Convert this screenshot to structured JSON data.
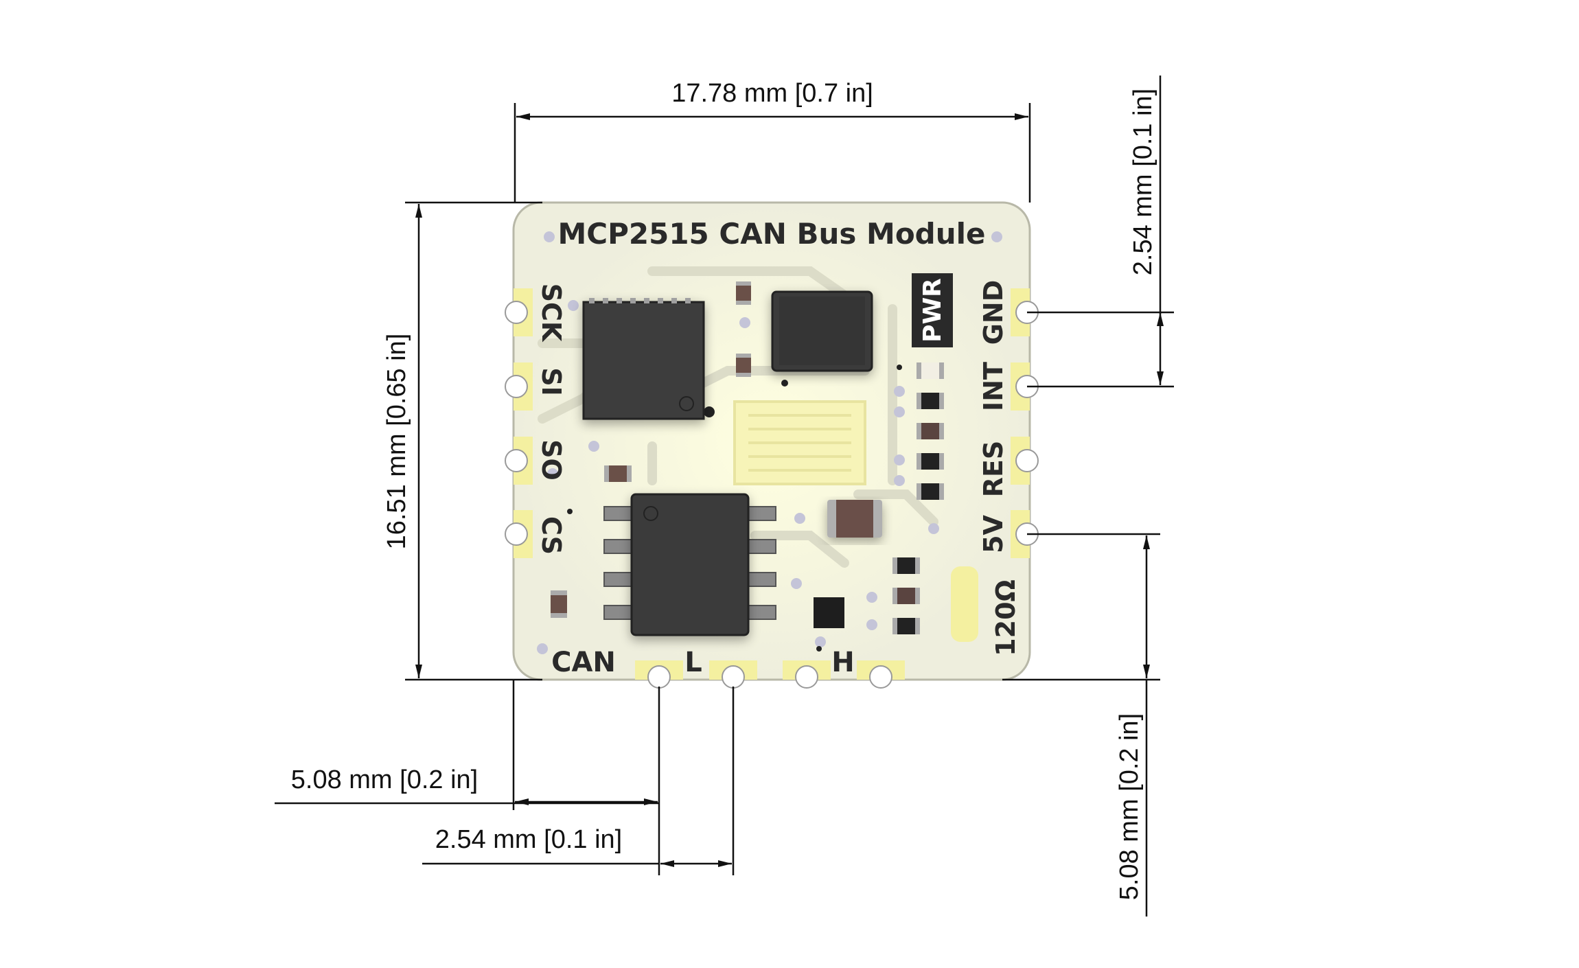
{
  "board": {
    "title": "MCP2515 CAN Bus Module",
    "left_pins": [
      "SCK",
      "SI",
      "SO",
      "CS"
    ],
    "right_pins": [
      "GND",
      "INT",
      "RES",
      "5V"
    ],
    "pwr_label": "PWR",
    "termination_label": "120Ω",
    "bottom_labels": {
      "can": "CAN",
      "low": "L",
      "high": "H"
    },
    "colors": {
      "pcb": "#eeeedd",
      "pad": "#f4f0a0",
      "chip": "#3a3a3a"
    }
  },
  "dimensions": {
    "width": "17.78 mm [0.7 in]",
    "height": "16.51 mm [0.65 in]",
    "pin_pitch_right": "2.54 mm [0.1 in]",
    "bottom_offset_right": "5.08 mm [0.2 in]",
    "bottom_offset_left": "5.08 mm [0.2 in]",
    "pin_pitch_bottom": "2.54 mm [0.1 in]"
  }
}
